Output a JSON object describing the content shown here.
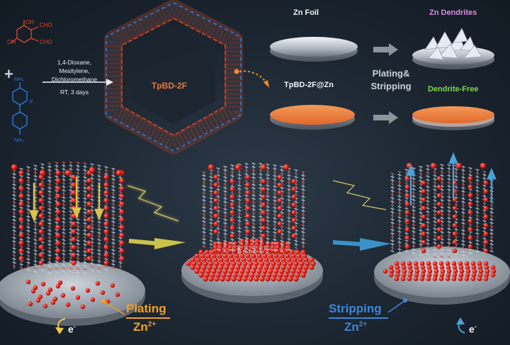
{
  "synthesis": {
    "conditions": [
      "1,4-Dioxane,",
      "Mesitylene,",
      "Dichloromethane",
      "RT, 3 days"
    ],
    "reagent_top_groups": [
      "OH",
      "OH",
      "CHO",
      "CHO"
    ],
    "reagent_bottom_groups": [
      "NH₂",
      "F",
      "NH₂"
    ],
    "plus_sign": "+",
    "product_label": "TpBD-2F"
  },
  "comparison": {
    "top_label": "Zn Foil",
    "top_result": "Zn Dendrites",
    "bottom_label": "TpBD-2F@Zn",
    "bottom_result": "Dendrite-Free",
    "process_label_line1": "Plating&",
    "process_label_line2": "Stripping"
  },
  "mechanism": {
    "plating_label": "Plating",
    "stripping_label": "Stripping",
    "ion_label": "Zn",
    "ion_charge": "2+",
    "electron_label": "e",
    "electron_charge": "-"
  },
  "colors": {
    "result_top": "#d98ae0",
    "result_bottom": "#7fd64a",
    "plating": "#f0a12a",
    "stripping": "#3c86d6",
    "cof_red": "#d8452a",
    "cof_blue": "#2a7ad8",
    "coating": "#e8763a",
    "zinc_ion": "#e8231c"
  }
}
